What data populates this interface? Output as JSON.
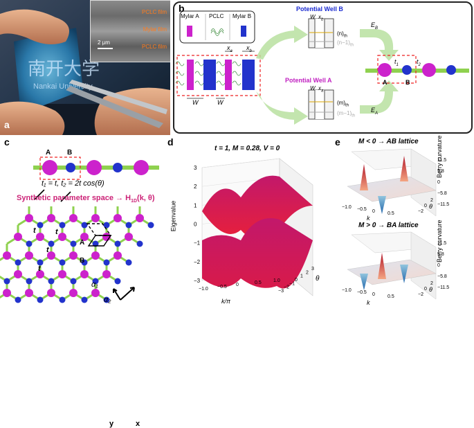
{
  "panels": {
    "a": {
      "label": "a",
      "photo_text_line1": "南开大学",
      "photo_text_line2": "Nankai University",
      "scale_bar": "2 μm",
      "sem_layers": [
        "PCLC film",
        "Mylar film",
        "PCLC film"
      ]
    },
    "b": {
      "label": "b",
      "legend": {
        "mylar_a": "Mylar A",
        "pclc": "PCLC",
        "mylar_b": "Mylar B"
      },
      "well_b_title": "Potential Well B",
      "well_a_title": "Potential Well A",
      "w": "W",
      "xa": "x",
      "xa_sub": "a",
      "xb": "x",
      "xb_sub": "b",
      "n_label": "(n)",
      "n1_label": "(n−1)",
      "th": "th",
      "m_label": "(m)",
      "m1_label": "(m−1)",
      "eb": "E",
      "eb_sub": "B",
      "ea": "E",
      "ea_sub": "A",
      "t1": "t",
      "t1_sub": "1",
      "t2": "t",
      "t2_sub": "2",
      "site_a": "A",
      "site_b": "B"
    },
    "c": {
      "label": "c",
      "site_a": "A",
      "site_b": "B",
      "hopping_formula": "t₁ = t, t₂ = 2t cos(θ)",
      "space_title": "Synthetic parameter space → H",
      "space_sub": "1D",
      "space_args": "(k, θ)",
      "t_label": "t",
      "alpha1": "α₁",
      "alpha2": "α₂",
      "lat_a": "A",
      "lat_b": "B",
      "axis_y": "y",
      "axis_x": "x"
    },
    "d": {
      "label": "d"
    },
    "e": {
      "label": "e",
      "top_title": "M < 0 → AB lattice",
      "bottom_title": "M > 0 → BA lattice",
      "zlabel": "Berry curvature",
      "xlabel": "k",
      "ylabel": "θ"
    }
  },
  "chart_data": [
    {
      "type": "surface",
      "title": "t = 1, M = 0.28, V = 0",
      "xlabel": "k/π",
      "ylabel": "θ",
      "zlabel": "Eigenvalue",
      "xlim": [
        -1,
        1
      ],
      "ylim": [
        -3,
        3
      ],
      "zlim": [
        -3,
        3
      ],
      "x_ticks": [
        "−1.0",
        "−0.5",
        "0",
        "0.5",
        "1.0"
      ],
      "y_ticks": [
        "−3",
        "−2",
        "−1",
        "0",
        "1",
        "2",
        "3"
      ],
      "z_ticks": [
        "3",
        "2",
        "1",
        "0",
        "−1",
        "−2",
        "−3"
      ],
      "series": [
        {
          "values": [
            0.28,
            3.0
          ]
        },
        {
          "values": [
            -3.0,
            -0.28
          ]
        }
      ]
    },
    {
      "type": "surface",
      "title": "M < 0 → AB lattice",
      "xlabel": "k",
      "ylabel": "θ",
      "zlabel": "Berry curvature",
      "z_ticks": [
        "11.5",
        "5.8",
        "0",
        "−5.8",
        "−11.5"
      ],
      "x_ticks": [
        "−1.0",
        "−0.5",
        "0",
        "0.5"
      ],
      "y_ticks": [
        "−2",
        "0",
        "2"
      ]
    },
    {
      "type": "surface",
      "title": "M > 0 → BA lattice",
      "xlabel": "k",
      "ylabel": "θ",
      "zlabel": "Berry curvature",
      "z_ticks": [
        "11.5",
        "5.8",
        "0",
        "−5.8",
        "−11.5"
      ],
      "x_ticks": [
        "−1.0",
        "−0.5",
        "0",
        "0.5"
      ],
      "y_ticks": [
        "−2",
        "0",
        "2"
      ]
    }
  ]
}
